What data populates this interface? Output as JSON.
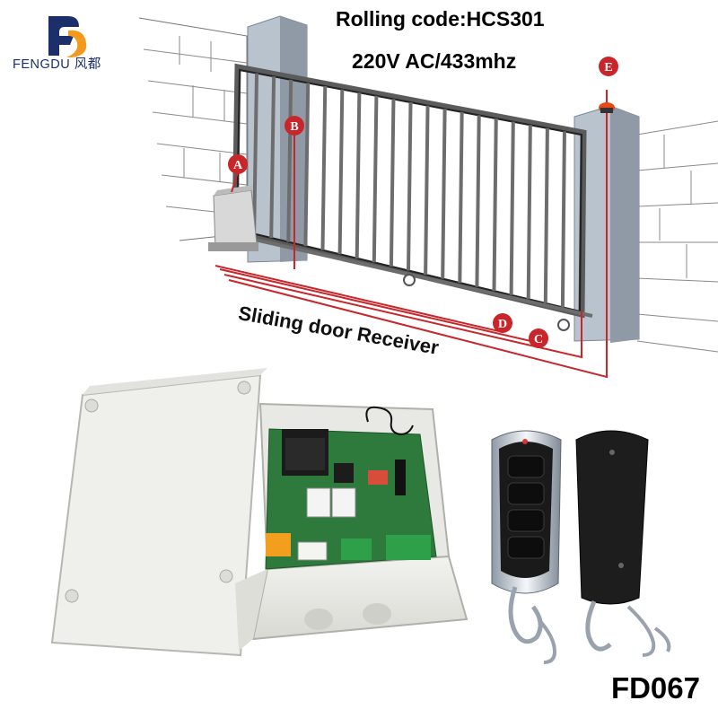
{
  "brand": {
    "name": "FENGDU 风都"
  },
  "headline": {
    "line1": "Rolling code:HCS301",
    "line2": "220V AC/433mhz"
  },
  "diagram": {
    "label": "Sliding door Receiver",
    "markers": [
      "A",
      "B",
      "C",
      "D",
      "E"
    ]
  },
  "product": {
    "model": "FD067"
  },
  "colors": {
    "marker": "#c8262b",
    "wire": "#c8262b",
    "logo_blue": "#1c2f6a",
    "logo_orange": "#f39a1e",
    "pcb": "#2e7a3c"
  }
}
